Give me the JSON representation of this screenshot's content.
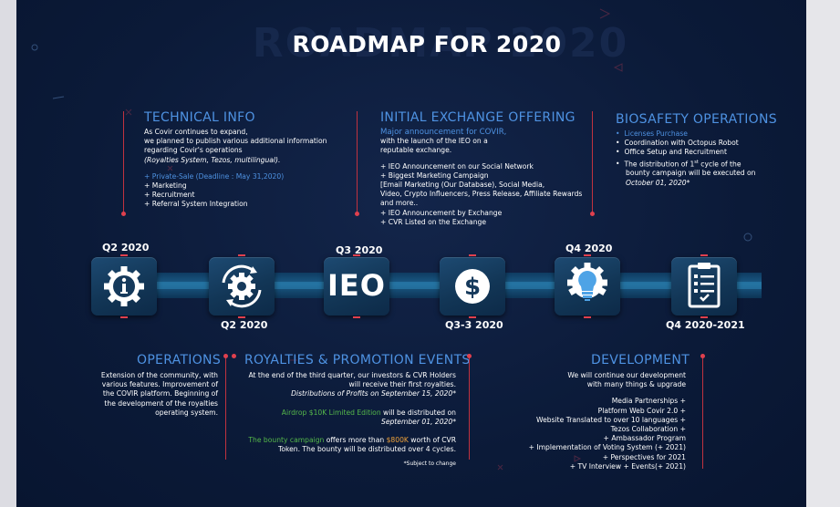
{
  "title": "ROADMAP FOR 2020",
  "ghost_title": "ROADMAP 2020",
  "colors": {
    "background": "#0b1a38",
    "heading": "#4e92e2",
    "accent_line": "#c0323f",
    "green": "#55b84a",
    "orange": "#f0a23a"
  },
  "technical_info": {
    "heading": "TECHNICAL INFO",
    "lines": [
      "As Covir continues to expand,",
      "we planned to publish various additional information",
      "regarding Covir's operations"
    ],
    "italic_line": "(Royalties System, Tezos, multilingual).",
    "presale": "+ Private-Sale (Deadline : May 31,2020)",
    "items": [
      "+ Marketing",
      "+ Recruitment",
      "+ Referral System Integration"
    ]
  },
  "ieo": {
    "heading": "INITIAL EXCHANGE OFFERING",
    "subheading": "Major announcement for COVIR,",
    "lines": [
      "with the launch of the IEO on a",
      "reputable exchange."
    ],
    "items": [
      "+ IEO Announcement on our Social Network",
      "+ Biggest Marketing Campaign",
      "[Email Marketing (Our Database), Social Media,",
      "Video, Crypto Influencers, Press Release, Affiliate Rewards",
      " and more..",
      "+ IEO Announcement by Exchange",
      "+ CVR Listed on the Exchange"
    ]
  },
  "biosafety": {
    "heading": "BIOSAFETY OPERATIONS",
    "first_item": "Licenses Purchase",
    "items": [
      "Coordination with Octopus Robot",
      "Office Setup and Recruitment"
    ],
    "last_item_prefix": "The distribution of 1",
    "last_item_sup": "st",
    "last_item_rest": " cycle of the",
    "last_item_line2": "bounty campaign will be executed on",
    "last_item_date": "October 01, 2020*"
  },
  "timeline": {
    "milestones": [
      {
        "label": "Q2 2020",
        "icon": "info-gear-icon"
      },
      {
        "label": "Q2 2020",
        "icon": "gear-cycle-icon"
      },
      {
        "label": "Q3 2020",
        "icon": "ieo-icon",
        "text": "IEO"
      },
      {
        "label": "Q3-3 2020",
        "icon": "dollar-coin-icon"
      },
      {
        "label": "Q4 2020",
        "icon": "lightbulb-gear-icon"
      },
      {
        "label": "Q4 2020-2021",
        "icon": "clipboard-checklist-icon"
      }
    ]
  },
  "operations": {
    "heading": "OPERATIONS",
    "lines": [
      "Extension of the community, with",
      "various features. Improvement of",
      "the COVIR platform. Beginning of",
      "the development of the royalties",
      "operating system."
    ]
  },
  "royalties": {
    "heading": "ROYALTIES & PROMOTION EVENTS",
    "lines": [
      "At the end of the third quarter, our investors & CVR Holders",
      "will receive their first royalties."
    ],
    "italic_line": "Distributions of Profits on September 15, 2020*",
    "airdrop_green": "Airdrop $10K Limited Edition",
    "airdrop_rest": " will be distributed on",
    "airdrop_date": "September 01, 2020*",
    "bounty_green": "The bounty campaign",
    "bounty_mid": " offers more than ",
    "bounty_orange": "$800K",
    "bounty_end": " worth of CVR",
    "bounty_line2": "Token. The bounty will be distributed over 4 cycles.",
    "footnote": "*Subject to change"
  },
  "development": {
    "heading": "DEVELOPMENT",
    "intro": [
      "We will continue our development",
      "with many things & upgrade"
    ],
    "items": [
      "Media Partnerships +",
      "Platform Web Covir 2.0 +",
      "Website Translated to over 10 languages +",
      "Tezos Collaboration +",
      "+ Ambassador Program",
      "+ Implementation of Voting System (+ 2021)",
      "+ Perspectives for 2021",
      "+ TV Interview + Events(+ 2021)"
    ]
  }
}
